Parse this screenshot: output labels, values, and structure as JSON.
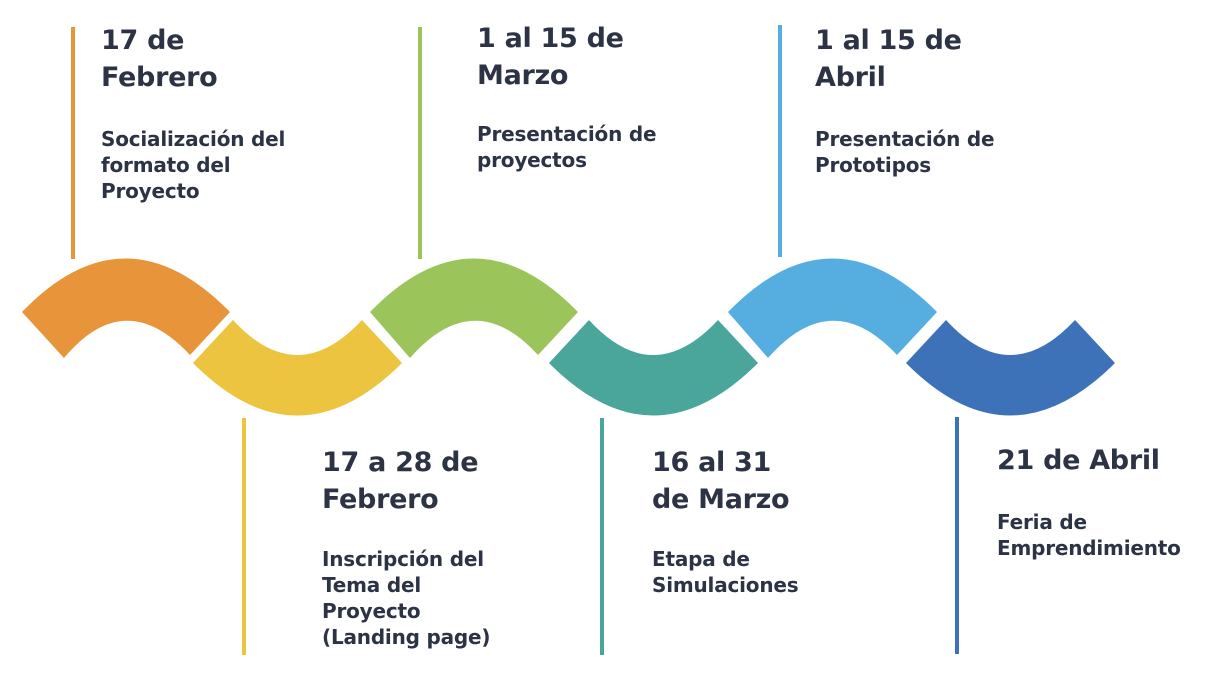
{
  "events": [
    {
      "date": "17 de Febrero",
      "desc": "Socialización del formato del Proyecto",
      "color": "#E8943A"
    },
    {
      "date": "17 a 28 de Febrero",
      "desc": "Inscripción del Tema del Proyecto (Landing page)",
      "color": "#ECC43F"
    },
    {
      "date": "1 al 15 de Marzo",
      "desc": "Presentación de proyectos",
      "color": "#9BC45A"
    },
    {
      "date": "16 al 31 de Marzo",
      "desc": "Etapa de Simulaciones",
      "color": "#4AA69A"
    },
    {
      "date": "1 al 15 de Abril",
      "desc": "Presentación de Prototipos",
      "color": "#56ADDF"
    },
    {
      "date": "21 de Abril",
      "desc": "Feria de Emprendimiento",
      "color": "#3E72B8"
    }
  ]
}
